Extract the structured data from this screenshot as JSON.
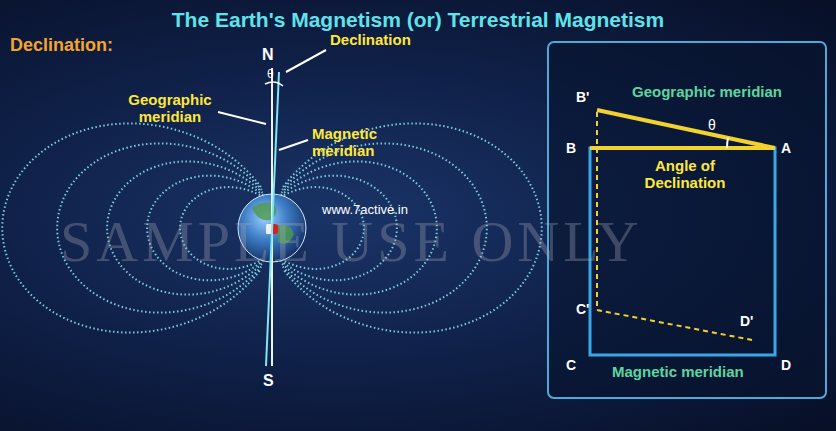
{
  "diagram": {
    "title": "The Earth's Magnetism (or) Terrestrial Magnetism",
    "labels": [
      "Declination:",
      "N",
      "Declination",
      "θ",
      "Geographic meridian",
      "Magnetic meridian",
      "www.7active.in",
      "S",
      "SAMPLE USE ONLY",
      "B'",
      "Geographic meridian",
      "θ",
      "B",
      "A",
      "Angle of Declination",
      "C'",
      "D'",
      "C",
      "D",
      "Magnetic meridian"
    ]
  }
}
